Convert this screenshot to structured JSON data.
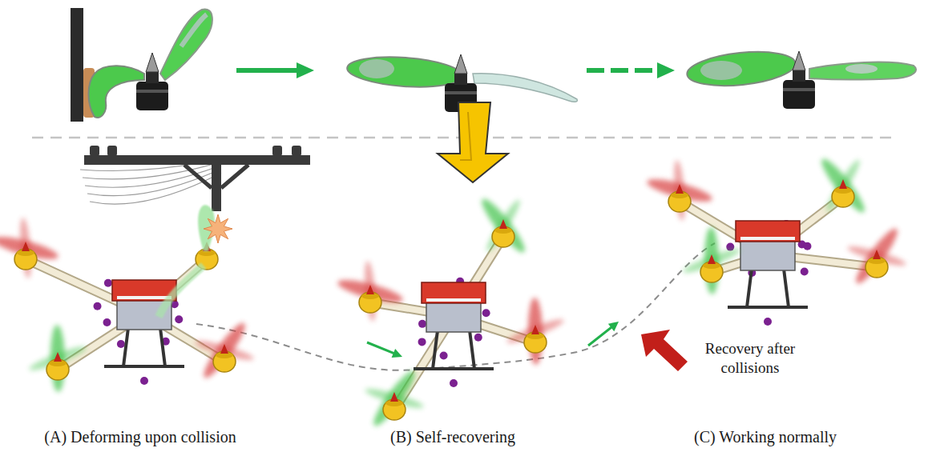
{
  "diagram": {
    "labels": [
      "Recovery after collisions",
      "(A) Deforming upon collision",
      "(B) Self-recovering",
      "(C) Working normally"
    ]
  }
}
